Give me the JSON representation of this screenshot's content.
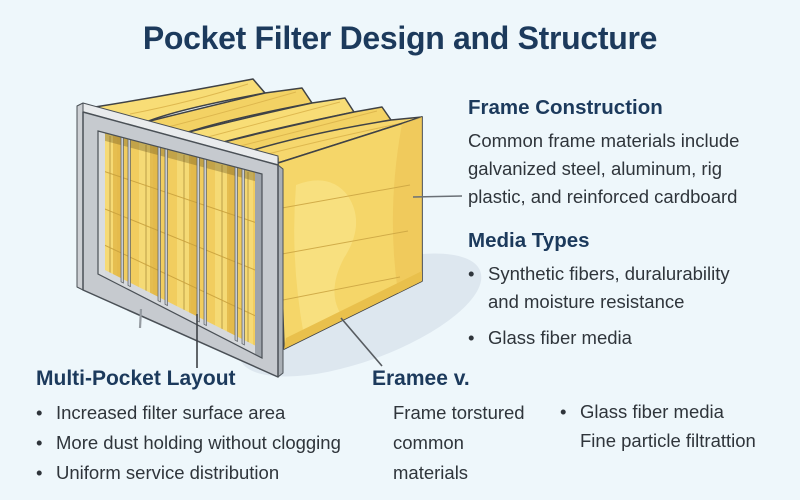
{
  "bullet_char": "•",
  "title": "Pocket Filter Design and Structure",
  "colors": {
    "background": "#eef7fb",
    "heading_navy": "#1c3a5c",
    "body_text": "#2f353b",
    "pocket_yellow": "#f5d669",
    "pocket_yellow_light": "#f8e07f",
    "pocket_yellow_dark": "#e9c04c",
    "frame_gray": "#c6cacf",
    "outline_dark": "#3f4246",
    "shadow_blue": "#dde7ef"
  },
  "illustration": {
    "subject": "pocket-filter-3d-diagram"
  },
  "sections": {
    "frame_construction": {
      "heading": "Frame Construction",
      "body_lines": [
        "Common frame materials include",
        "galvanized steel, aluminum, rig",
        "plastic, and reinforced cardboard"
      ]
    },
    "media_types": {
      "heading": "Media Types",
      "bullets": [
        {
          "lines": [
            "Synthetic fibers, duralurability",
            "and moisture resistance"
          ]
        },
        {
          "lines": [
            "Glass fiber media"
          ]
        }
      ]
    },
    "multi_pocket_layout": {
      "heading": "Multi-Pocket Layout",
      "bullets": [
        "Increased filter surface area",
        "More dust holding without clogging",
        "Uniform service distribution"
      ]
    },
    "eramee": {
      "heading": "Eramee v.",
      "body_lines": [
        "Frame torstured",
        "common",
        "materials"
      ]
    },
    "bottom_right": {
      "bullets": [
        {
          "lines": [
            "Glass fiber media",
            "Fine particle filtrattion"
          ]
        }
      ]
    }
  }
}
